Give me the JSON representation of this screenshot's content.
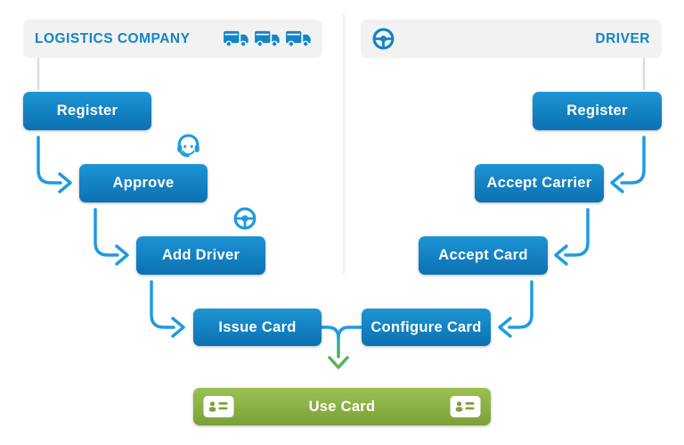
{
  "diagram": {
    "left_header": {
      "title": "LOGISTICS COMPANY",
      "icon": "truck-icon",
      "icon_count": 3
    },
    "right_header": {
      "title": "DRIVER",
      "icon": "steering-wheel-icon"
    },
    "left_steps": [
      {
        "label": "Register"
      },
      {
        "label": "Approve",
        "badge_icon": "headset-agent-icon"
      },
      {
        "label": "Add Driver",
        "badge_icon": "steering-wheel-icon"
      },
      {
        "label": "Issue Card"
      }
    ],
    "right_steps": [
      {
        "label": "Register"
      },
      {
        "label": "Accept Carrier"
      },
      {
        "label": "Accept Card"
      },
      {
        "label": "Configure Card"
      }
    ],
    "merge_step": {
      "label": "Use Card",
      "icon": "id-card-icon"
    },
    "colors": {
      "node_blue": "#1285c6",
      "arrow_blue": "#1f9be0",
      "node_green": "#8caf45",
      "arrow_green": "#55b258",
      "header_bg": "#f2f2f3",
      "header_text": "#1285c6",
      "divider_gray": "#ededed"
    }
  }
}
